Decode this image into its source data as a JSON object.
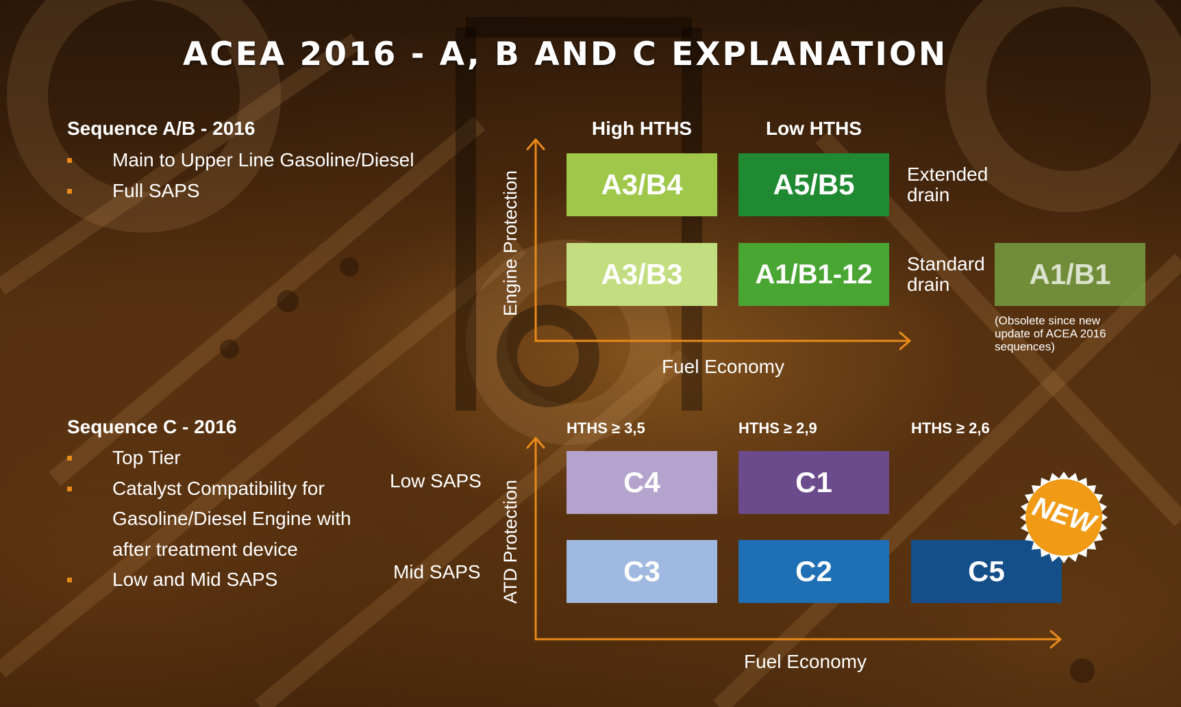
{
  "title": "ACEA 2016 - A, B AND C EXPLANATION",
  "colors": {
    "accent_orange": "#e88b1a",
    "badge_orange": "#f09a16",
    "a3b4": "#9fc74a",
    "a5b5": "#1f8a32",
    "a3b3": "#c3de80",
    "a1b1_12": "#4aa632",
    "a1b1_obsolete": "#7aa845",
    "c4": "#b4a3cc",
    "c1": "#6b4b8c",
    "c3": "#9fb9e0",
    "c2": "#1f6fb4",
    "c5": "#154f8a"
  },
  "sequence_ab": {
    "heading": "Sequence A/B - 2016",
    "bullets": [
      "Main to Upper Line Gasoline/Diesel",
      "Full SAPS"
    ]
  },
  "sequence_c": {
    "heading": "Sequence C - 2016",
    "bullets": [
      "Top Tier",
      "Catalyst Compatibility for",
      "Gasoline/Diesel Engine with",
      "after treatment device",
      "Low and Mid SAPS"
    ]
  },
  "ab_chart": {
    "col_high": "High HTHS",
    "col_low": "Low HTHS",
    "row_extended": [
      "Extended",
      "drain"
    ],
    "row_standard": [
      "Standard",
      "drain"
    ],
    "y_axis": "Engine Protection",
    "x_axis": "Fuel Economy",
    "boxes": {
      "a3b4": "A3/B4",
      "a5b5": "A5/B5",
      "a3b3": "A3/B3",
      "a1b1_12": "A1/B1-12",
      "a1b1": "A1/B1"
    },
    "obsolete_note": [
      "(Obsolete since new",
      "update of ACEA 2016",
      "sequences)"
    ]
  },
  "c_chart": {
    "col_1": "HTHS ≥ 3,5",
    "col_2": "HTHS ≥ 2,9",
    "col_3": "HTHS ≥ 2,6",
    "row_low": "Low SAPS",
    "row_mid": "Mid SAPS",
    "y_axis": "ATD Protection",
    "x_axis": "Fuel Economy",
    "boxes": {
      "c4": "C4",
      "c1": "C1",
      "c3": "C3",
      "c2": "C2",
      "c5": "C5"
    },
    "badge": "NEW"
  }
}
